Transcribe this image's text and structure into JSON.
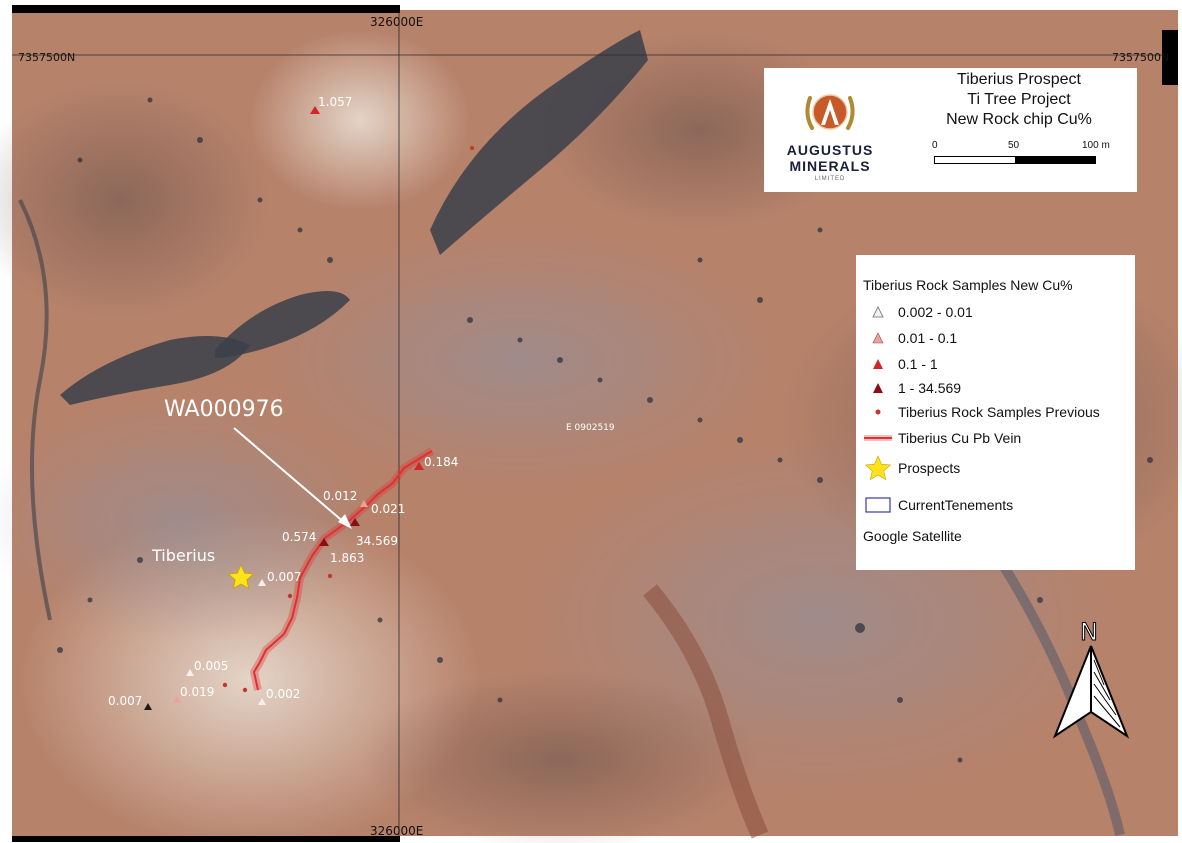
{
  "map": {
    "grid_labels": {
      "easting_top": "326000E",
      "easting_bottom": "326000E",
      "northing_left": "7357500N",
      "northing_right": "7357500N"
    },
    "prospect_name": "Tiberius",
    "callout_label": "WA000976",
    "tenement_label": "E 0902519",
    "sample_values": [
      "1.057",
      "0.184",
      "0.012",
      "0.021",
      "0.574",
      "34.569",
      "1.863",
      "0.007",
      "0.005",
      "0.019",
      "0.007",
      "0.002"
    ]
  },
  "title_panel": {
    "title_line1": "Tiberius Prospect",
    "title_line2": "Ti Tree Project",
    "title_line3": "New Rock chip Cu%",
    "brand_name_line1": "AUGUSTUS",
    "brand_name_line2": "MINERALS",
    "brand_sub": "LIMITED",
    "scale_labels": [
      "0",
      "50",
      "100 m"
    ]
  },
  "legend": {
    "title": "Tiberius Rock Samples New Cu%",
    "items": [
      {
        "label": "0.002 - 0.01",
        "color": "#f4f0f0"
      },
      {
        "label": "0.01 - 0.1",
        "color": "#e8a39a"
      },
      {
        "label": "0.1 - 1",
        "color": "#d0262a"
      },
      {
        "label": "1 - 34.569",
        "color": "#8a0f14"
      },
      {
        "label": "Tiberius Rock Samples Previous",
        "color": "#c0392b"
      },
      {
        "label": "Tiberius Cu Pb Vein",
        "color": "#e03030"
      },
      {
        "label": "Prospects",
        "color": "#ffe21a"
      },
      {
        "label": "CurrentTenements",
        "color": "#3a3aa8"
      },
      {
        "label": "Google Satellite"
      }
    ]
  },
  "north_arrow": {
    "label": "N"
  },
  "colors": {
    "terrain_base": "#b7826a",
    "terrain_light": "#d2b8a6",
    "terrain_dark": "#8e6a5c",
    "vegetation": "#3a3f4a",
    "vein": "#e03030"
  }
}
